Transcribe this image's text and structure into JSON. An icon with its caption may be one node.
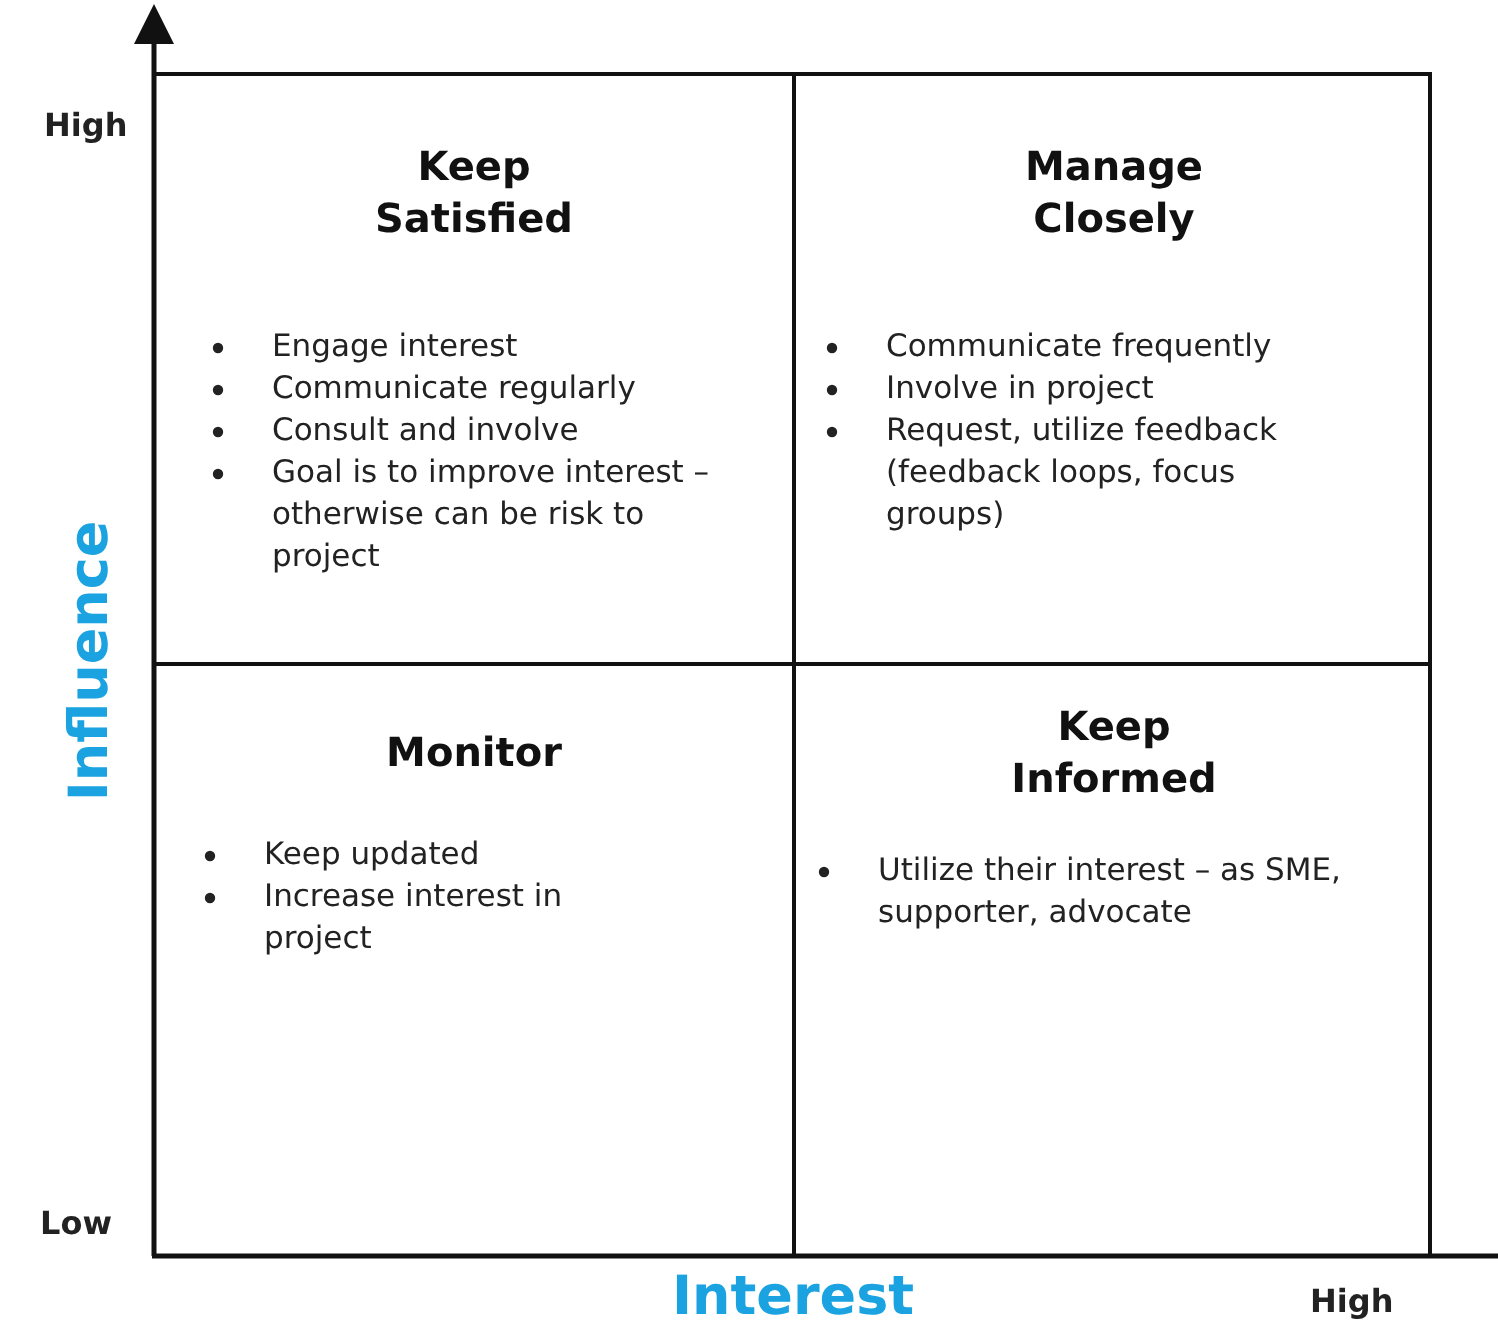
{
  "diagram": {
    "nodes": [
      {
        "text": [
          "Keep Satisfied",
          "Engage interest",
          "Communicate regularly",
          "Consult and involve",
          "Goal is to improve interest – otherwise can be risk to project"
        ]
      },
      {
        "text": [
          "Manage Closely",
          "Communicate frequently",
          "Involve in project",
          "Request, utilize feedback (feedback loops, focus groups)"
        ]
      },
      {
        "text": [
          "Monitor",
          "Keep updated",
          "Increase interest in project"
        ]
      },
      {
        "text": [
          "Keep Informed",
          "Utilize their interest – as SME, supporter, advocate"
        ]
      }
    ],
    "edges": [],
    "labels": [
      "High",
      "Influence",
      "Low",
      "Interest",
      "High"
    ]
  }
}
